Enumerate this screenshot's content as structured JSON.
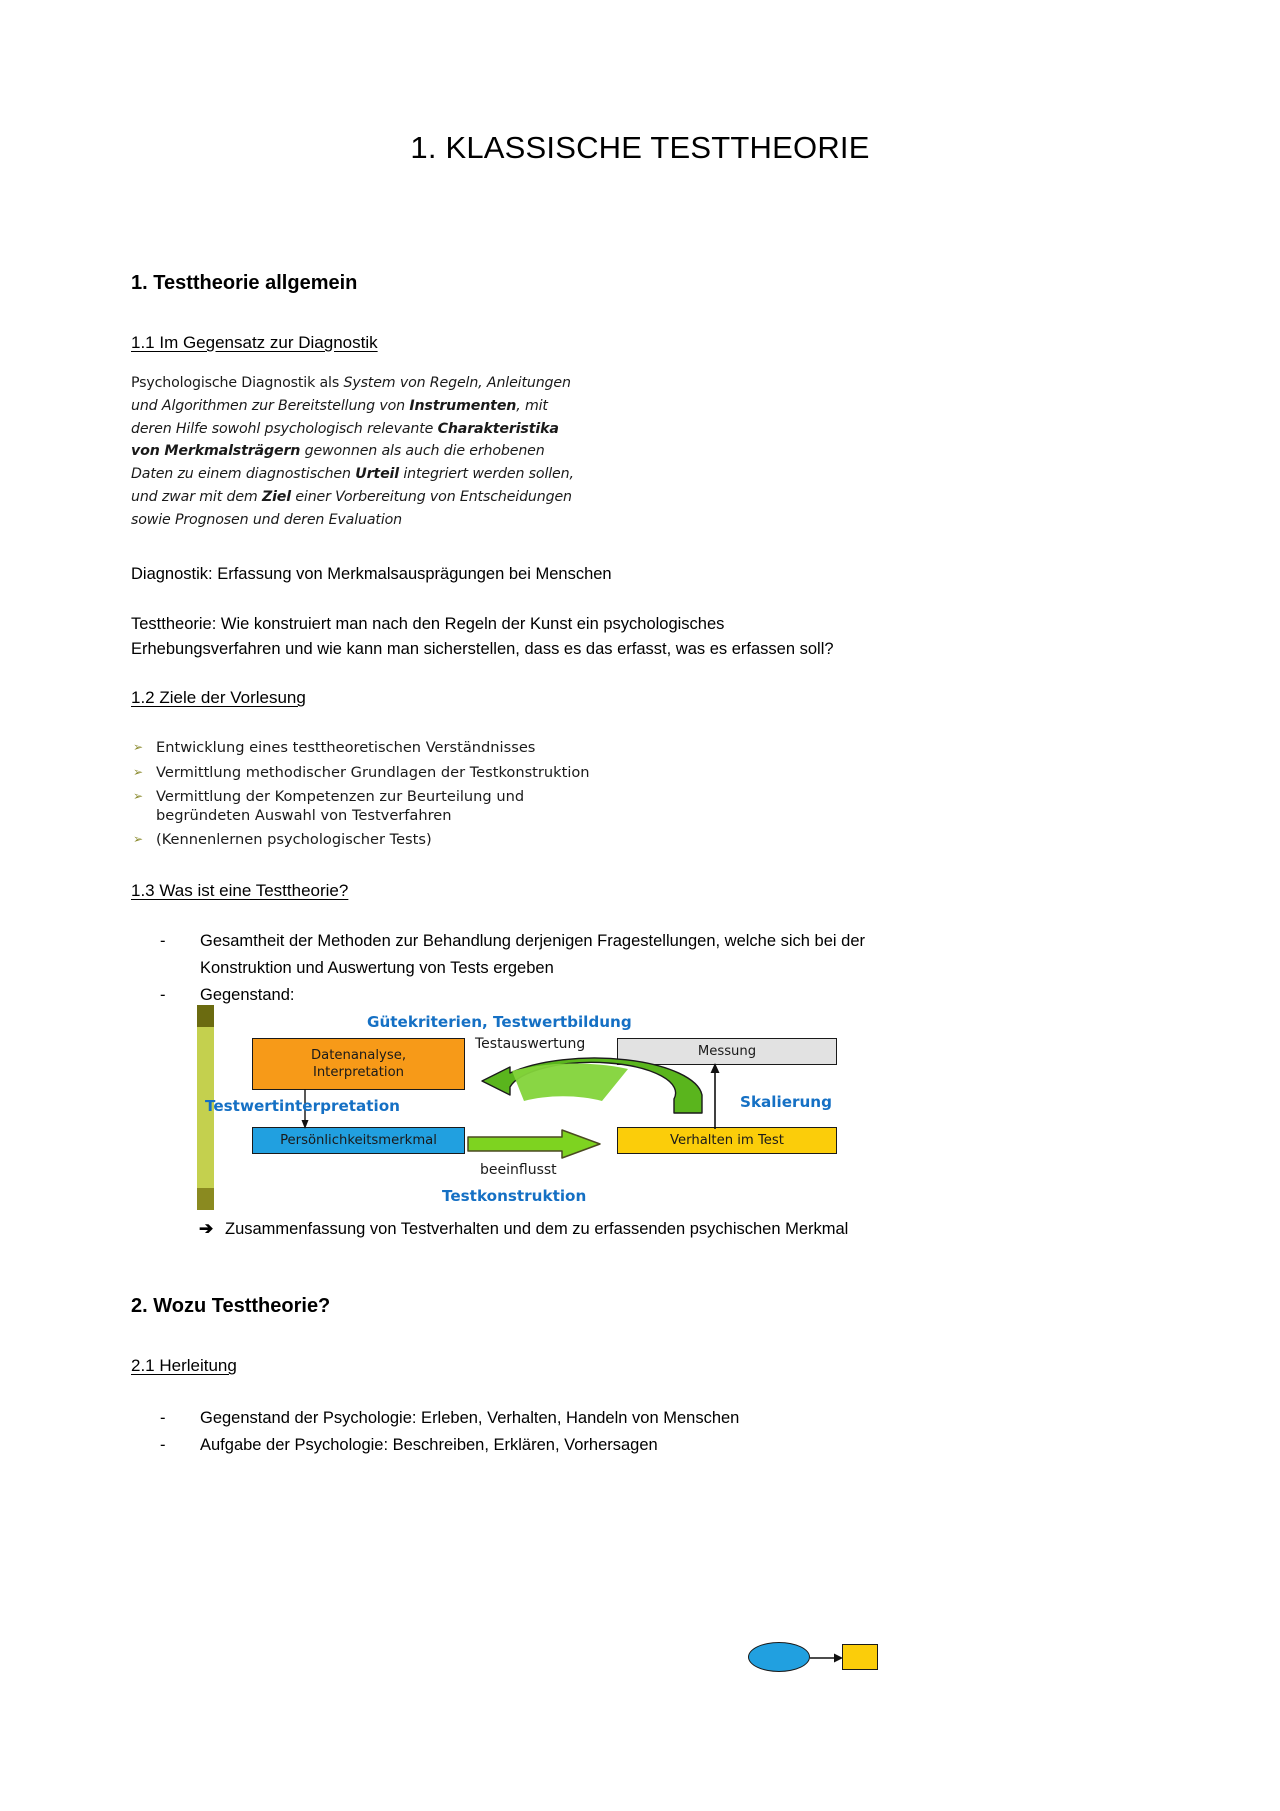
{
  "document": {
    "title": "1. KLASSISCHE TESTTHEORIE"
  },
  "sections": {
    "s1_heading": "1. Testtheorie allgemein",
    "s1_1_heading": "1.1 Im Gegensatz zur Diagnostik ",
    "s1_2_heading": "1.2 Ziele der Vorlesung ",
    "s1_3_heading": "1.3 Was ist eine Testtheorie? ",
    "s2_heading": "2. Wozu Testtheorie?",
    "s2_1_heading": "2.1 Herleitung "
  },
  "quote": {
    "line1_plain": "Psychologische Diagnostik als ",
    "line1_italic": "System von Regeln, Anleitungen",
    "line2_a": "und Algorithmen zur Bereitstellung von ",
    "line2_bold": "Instrumenten",
    "line2_b": ", mit",
    "line3_a": "deren Hilfe sowohl psychologisch relevante ",
    "line3_bold": "Charakteristika",
    "line4_bold": "von Merkmalsträgern",
    "line4_a": " gewonnen als auch die erhobenen",
    "line5_a": "Daten zu einem diagnostischen ",
    "line5_bold": "Urteil",
    "line5_b": " integriert werden sollen,",
    "line6_a": "und zwar mit dem ",
    "line6_bold": "Ziel",
    "line6_b": " einer Vorbereitung von Entscheidungen",
    "line7": "sowie Prognosen und deren Evaluation"
  },
  "paragraphs": {
    "diagnostik": "Diagnostik: Erfassung von Merkmalsausprägungen bei Menschen",
    "testtheorie_l1": "Testtheorie: Wie konstruiert man nach den Regeln der Kunst ein psychologisches",
    "testtheorie_l2": "Erhebungsverfahren und wie kann man sicherstellen, dass es das erfasst, was es erfassen soll?"
  },
  "ziele_list": {
    "marker": "➢",
    "items": [
      "Entwicklung eines testtheoretischen Verständnisses",
      "Vermittlung methodischer Grundlagen der Testkonstruktion",
      "Vermittlung der Kompetenzen zur Beurteilung und\nbegründeten Auswahl von Testverfahren",
      "(Kennenlernen psychologischer Tests)"
    ],
    "item3_line1": "Vermittlung der Kompetenzen zur Beurteilung und",
    "item3_line2": "begründeten Auswahl von Testverfahren"
  },
  "testtheorie_list": {
    "marker": "-",
    "item1_line1": "Gesamtheit der Methoden zur Behandlung derjenigen Fragestellungen, welche sich bei der",
    "item1_line2": "Konstruktion und Auswertung von Tests ergeben",
    "item2": "Gegenstand:"
  },
  "diagram": {
    "box_datenanalyse_line1": "Datenanalyse,",
    "box_datenanalyse_line2": "Interpretation",
    "box_messung": "Messung",
    "box_persoenlichkeitsmerkmal": "Persönlichkeitsmerkmal",
    "box_verhalten": "Verhalten im Test",
    "label_guetekriterien": "Gütekriterien, Testwertbildung",
    "label_testauswertung": "Testauswertung",
    "label_testwertinterpretation": "Testwertinterpretation",
    "label_skalierung": "Skalierung",
    "label_beeinflusst": "beeinflusst",
    "label_testkonstruktion": "Testkonstruktion",
    "colors": {
      "orange": "#f79a18",
      "blue": "#21a0e0",
      "yellow": "#fbcd0a",
      "grey": "#e2e2e2",
      "green_arrow": "#6cc425",
      "green_dark": "#4f9c16",
      "label_blue": "#1570c4",
      "bar_light": "#c4d04e",
      "bar_dark": "#6b6b10"
    }
  },
  "conclusion": {
    "arrow": "➔",
    "text": "Zusammenfassung von Testverhalten und dem zu erfassenden psychischen Merkmal"
  },
  "herleitung_list": {
    "marker": "-",
    "item1": "Gegenstand der Psychologie: Erleben, Verhalten, Handeln von Menschen",
    "item2": "Aufgabe der Psychologie: Beschreiben, Erklären, Vorhersagen"
  },
  "mini_shapes": {
    "ellipse_color": "#21a0e0",
    "box_color": "#fbcd0a"
  }
}
